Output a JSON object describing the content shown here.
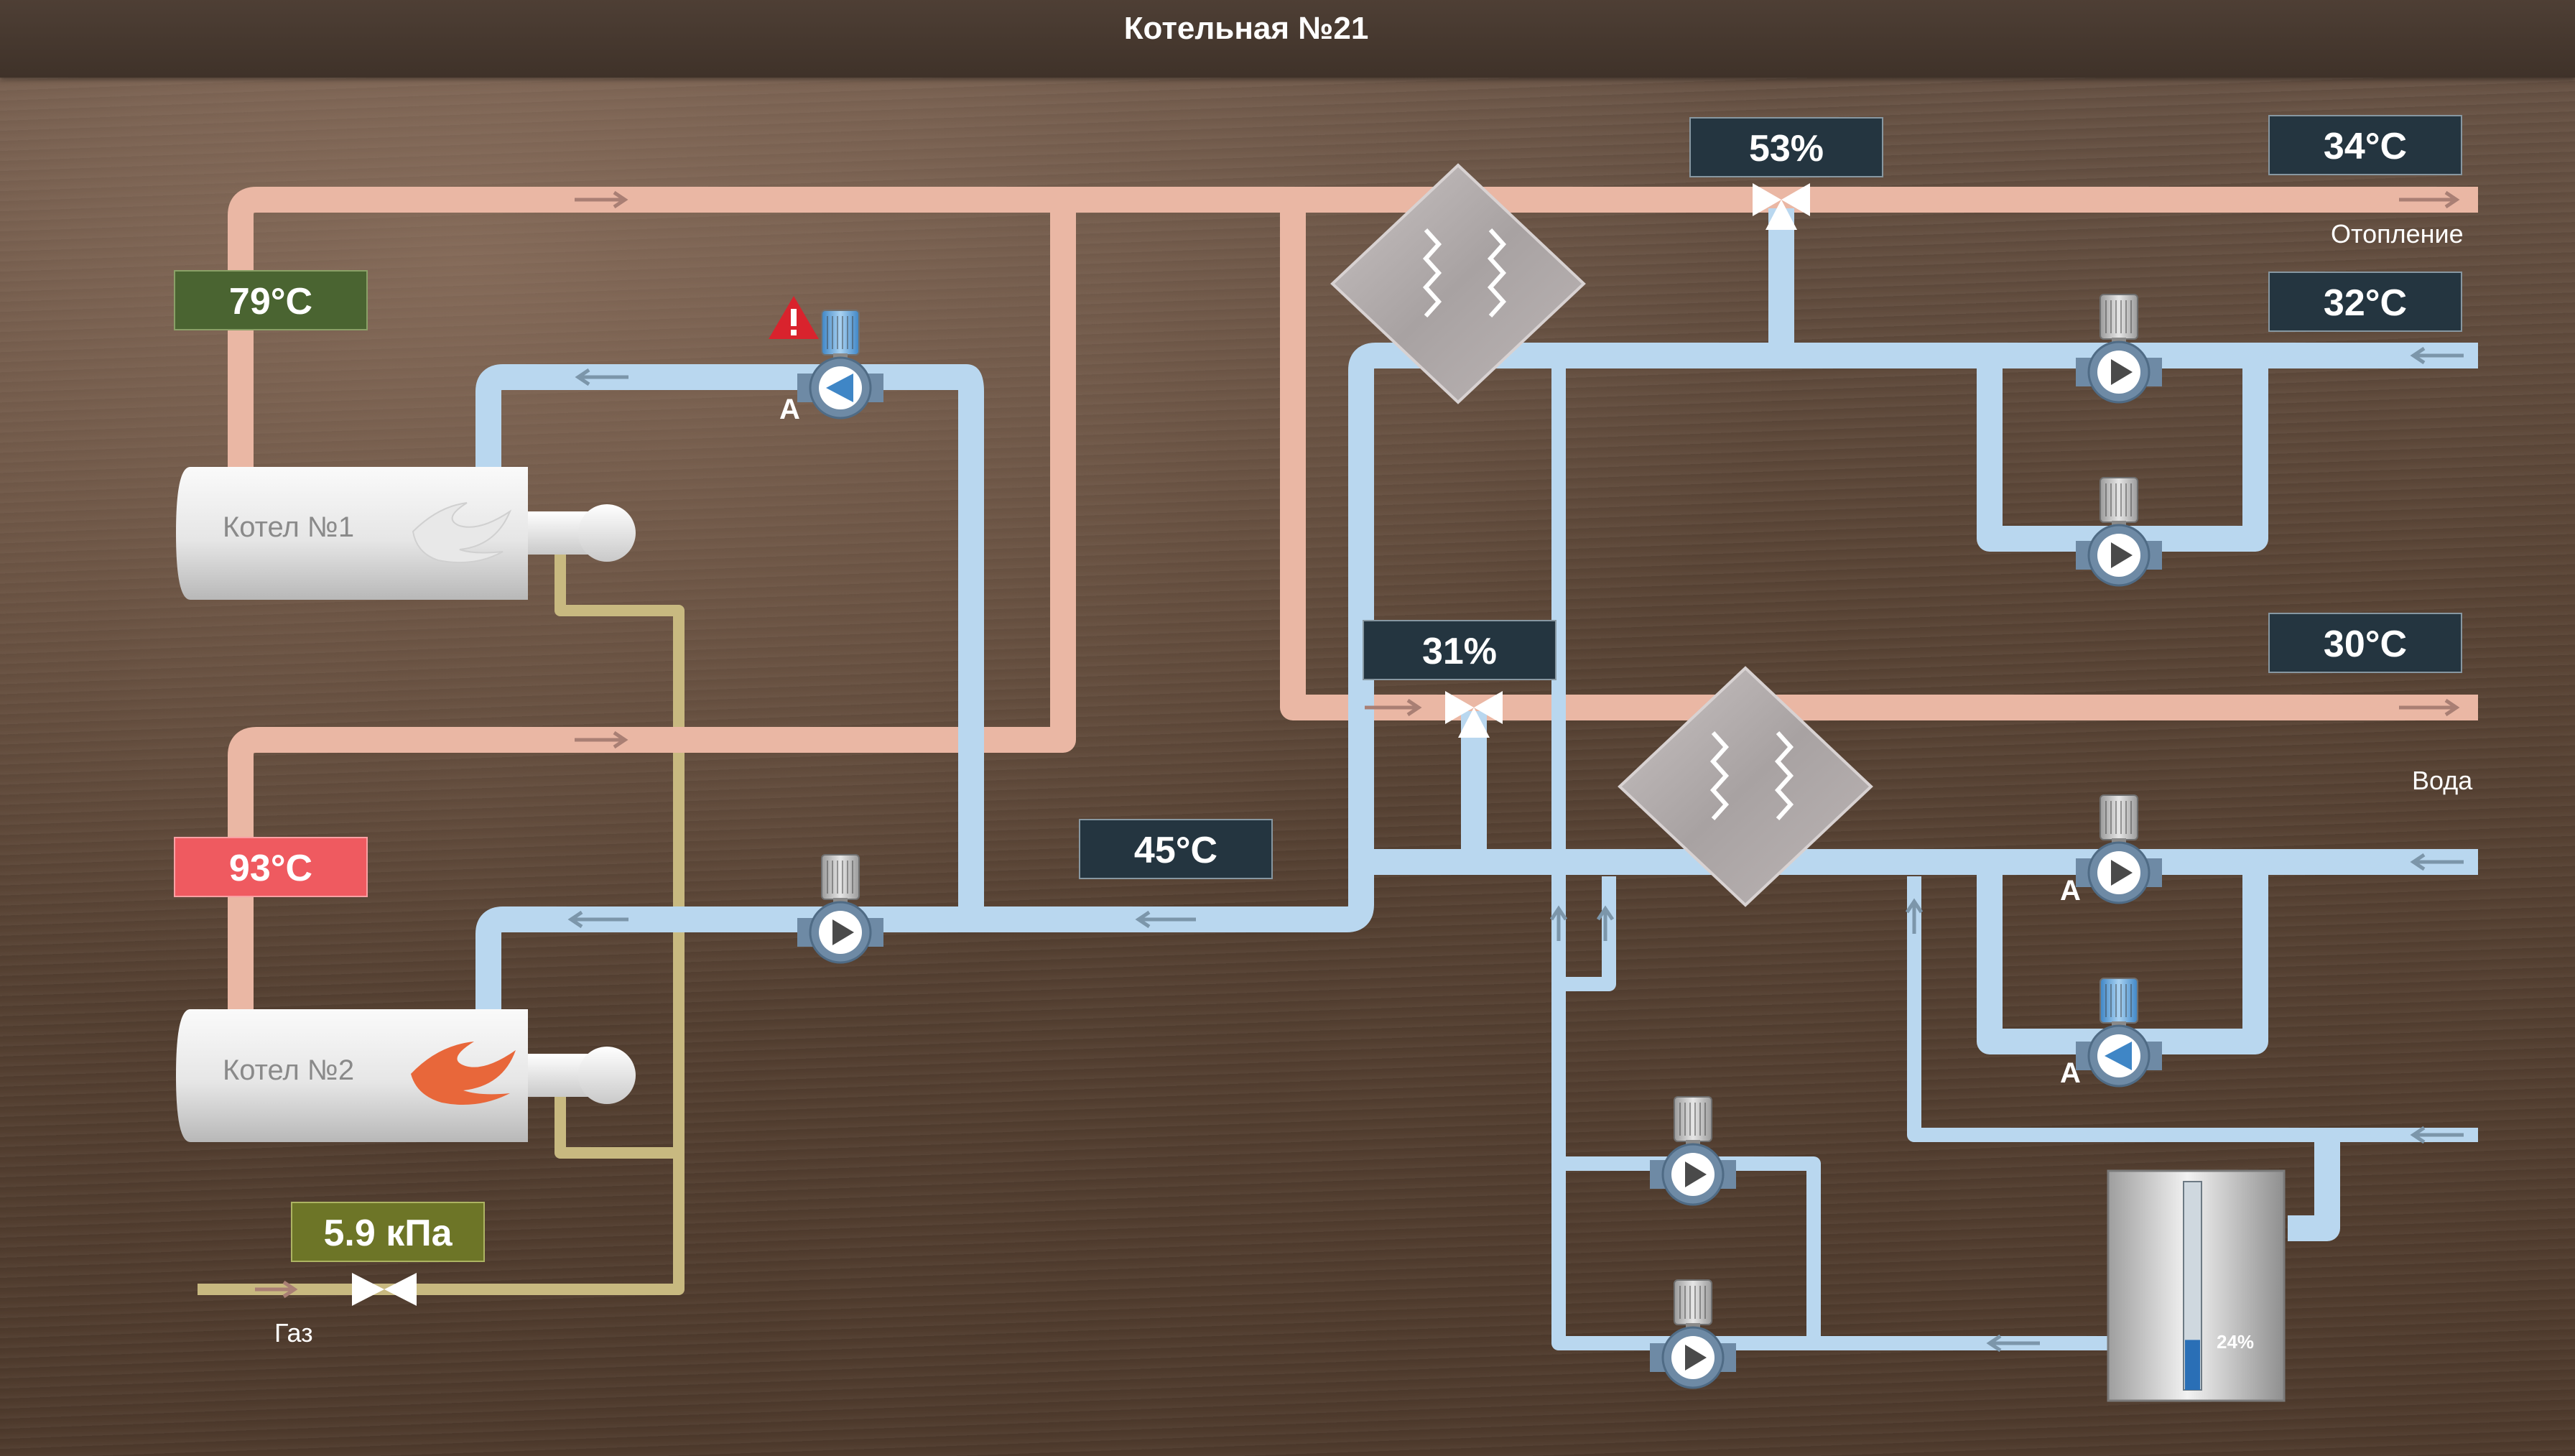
{
  "window": {
    "title": "Котельная №21"
  },
  "readouts": {
    "boiler1_temp": "79°C",
    "boiler2_temp": "93°C",
    "gas_pressure": "5.9 кПа",
    "return_temp": "45°C",
    "valve_heating": "53%",
    "valve_water": "31%",
    "heating_supply_temp": "34°C",
    "heating_return_temp": "32°C",
    "water_supply_temp": "30°C"
  },
  "labels": {
    "heating": "Отопление",
    "water": "Вода",
    "gas": "Газ",
    "boiler1": "Котел №1",
    "boiler2": "Котел №2"
  },
  "pumps": [
    {
      "id": "boiler1-pump",
      "mode": "А",
      "running": false,
      "alarm": true
    },
    {
      "id": "boiler2-pump",
      "mode": "",
      "running": true,
      "alarm": false
    },
    {
      "id": "heating-pump-1",
      "mode": "",
      "running": true,
      "alarm": false
    },
    {
      "id": "heating-pump-2",
      "mode": "",
      "running": true,
      "alarm": false
    },
    {
      "id": "water-pump-1",
      "mode": "А",
      "running": true,
      "alarm": false
    },
    {
      "id": "water-pump-2",
      "mode": "А",
      "running": false,
      "alarm": false
    },
    {
      "id": "makeup-pump-1",
      "mode": "",
      "running": true,
      "alarm": false
    },
    {
      "id": "makeup-pump-2",
      "mode": "",
      "running": true,
      "alarm": false
    }
  ],
  "tank": {
    "level_percent": 24,
    "level_text": "24%"
  },
  "colors": {
    "hot_pipe": "#eab7a4",
    "cold_pipe": "#b9d7ef",
    "gas_pipe": "#c8b980",
    "flame_active": "#e8673a",
    "alarm": "#d9232d",
    "readout_bg": "#243540"
  },
  "icons": {
    "alarm": "warning-triangle-icon",
    "flame": "flame-icon",
    "valve": "valve-icon",
    "pump": "pump-icon",
    "motor": "motor-icon",
    "heat_exchanger": "heat-exchanger-icon",
    "arrow": "flow-arrow-icon"
  }
}
